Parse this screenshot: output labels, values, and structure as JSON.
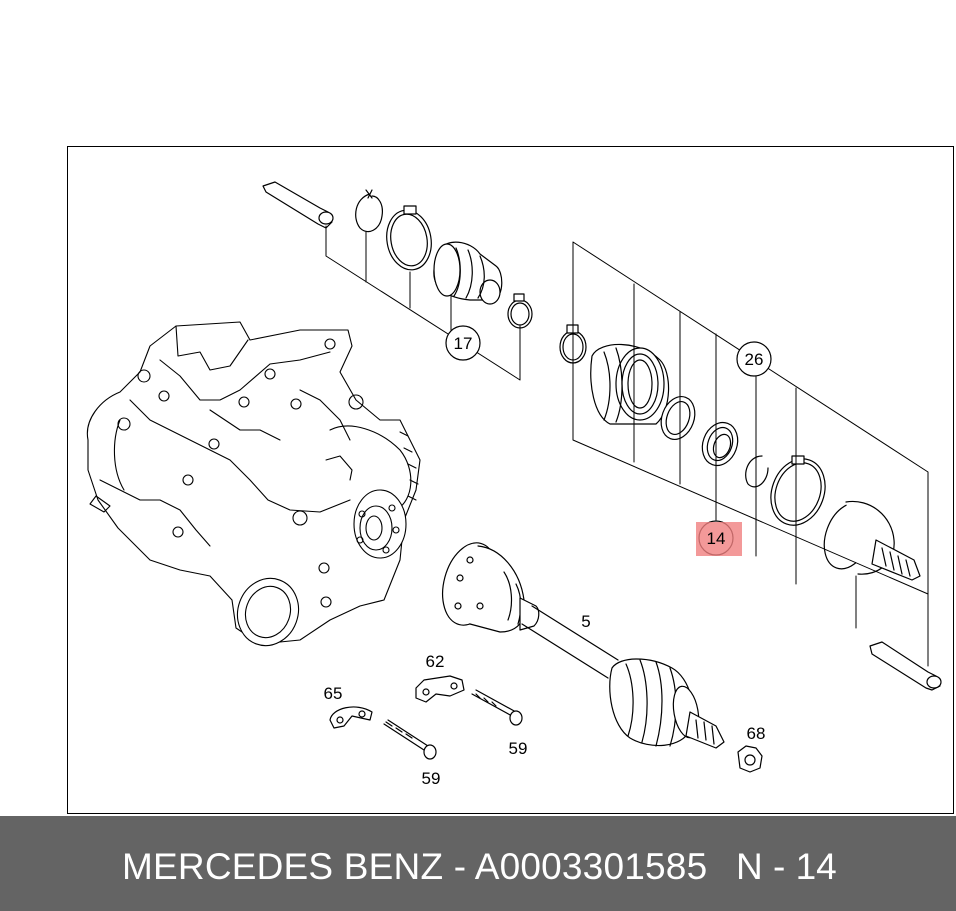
{
  "diagram": {
    "callouts": {
      "c17": "17",
      "c26": "26",
      "c14": "14",
      "c5": "5",
      "c62": "62",
      "c65": "65",
      "c59a": "59",
      "c59b": "59",
      "c68": "68"
    },
    "highlight_color": "#f08080"
  },
  "footer": {
    "caption": "MERCEDES BENZ - A0003301585",
    "code": "N - 14",
    "background": "#646464",
    "text_color": "#ffffff"
  }
}
